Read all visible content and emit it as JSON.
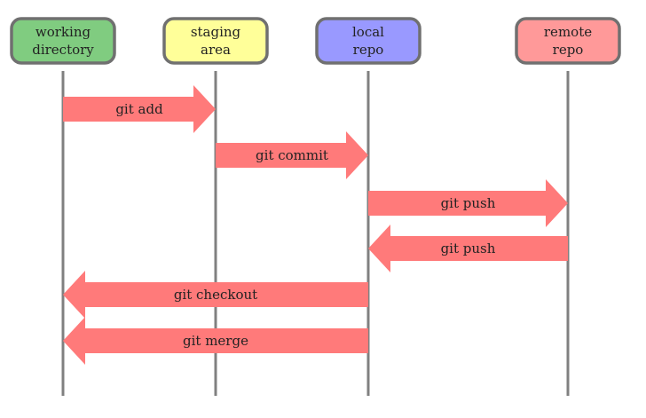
{
  "nodes": [
    {
      "id": "working",
      "line1": "working",
      "line2": "directory",
      "fill": "#80cc80"
    },
    {
      "id": "staging",
      "line1": "staging",
      "line2": "area",
      "fill": "#ffff99"
    },
    {
      "id": "local",
      "line1": "local",
      "line2": "repo",
      "fill": "#9999ff"
    },
    {
      "id": "remote",
      "line1": "remote",
      "line2": "repo",
      "fill": "#ff9999"
    }
  ],
  "arrows": [
    {
      "label": "git add",
      "from": "working",
      "to": "staging"
    },
    {
      "label": "git commit",
      "from": "staging",
      "to": "local"
    },
    {
      "label": "git push",
      "from": "local",
      "to": "remote"
    },
    {
      "label": "git push",
      "from": "remote",
      "to": "local"
    },
    {
      "label": "git checkout",
      "from": "local",
      "to": "working"
    },
    {
      "label": "git merge",
      "from": "local",
      "to": "working"
    }
  ],
  "colors": {
    "arrow": "#ff7a7a",
    "lifeline": "#808080",
    "border": "#707070"
  }
}
